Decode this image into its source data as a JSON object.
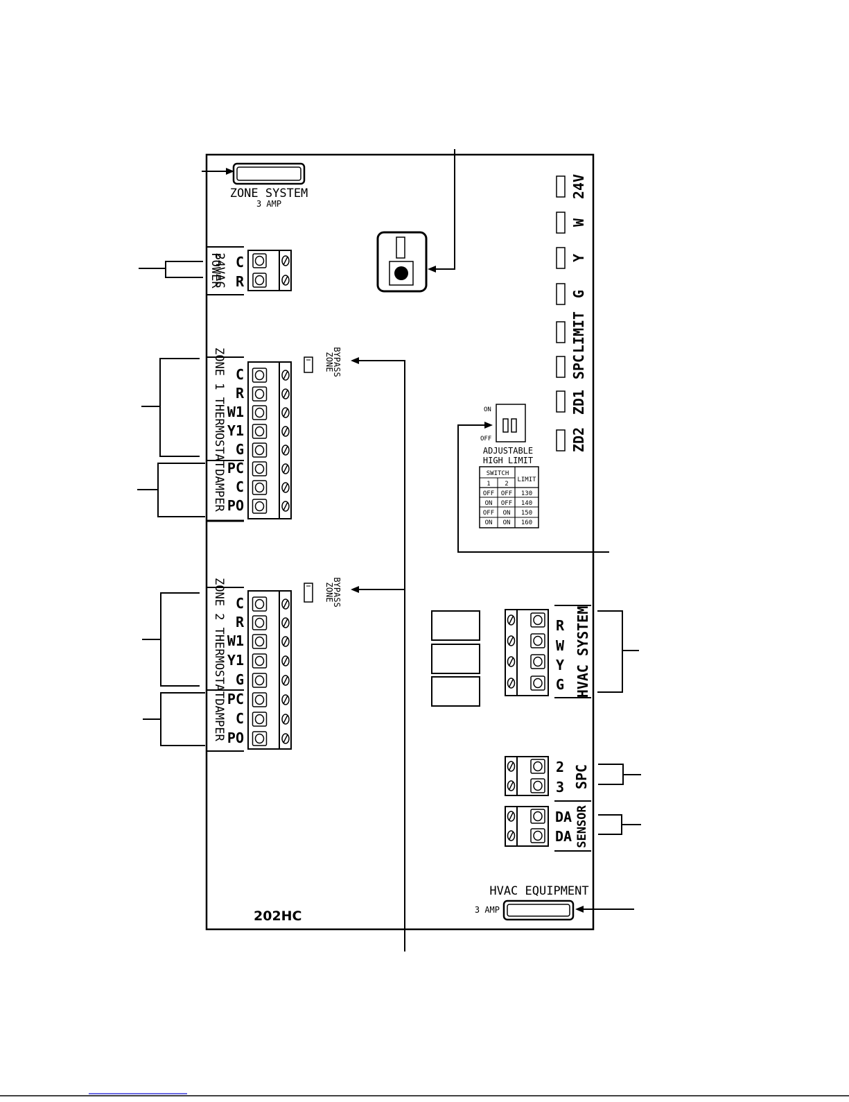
{
  "board": {
    "model": "202HC",
    "zone_fuse": {
      "title": "ZONE SYSTEM",
      "rating": "3 AMP"
    },
    "hvac_fuse": {
      "title": "HVAC EQUIPMENT",
      "rating": "3 AMP"
    },
    "power": {
      "label_line1": "24VAC",
      "label_line2": "POWER",
      "terminals": [
        "C",
        "R"
      ]
    },
    "zone1": {
      "thermostat_label": "ZONE 1 THERMOSTAT",
      "thermostat_terminals": [
        "C",
        "R",
        "W1",
        "Y1",
        "G"
      ],
      "damper_label": "DAMPER",
      "damper_terminals": [
        "PC",
        "C",
        "PO"
      ],
      "bypass_line1": "ZONE",
      "bypass_line2": "BYPASS"
    },
    "zone2": {
      "thermostat_label": "ZONE 2 THERMOSTAT",
      "thermostat_terminals": [
        "C",
        "R",
        "W1",
        "Y1",
        "G"
      ],
      "damper_label": "DAMPER",
      "damper_terminals": [
        "PC",
        "C",
        "PO"
      ],
      "bypass_line1": "ZONE",
      "bypass_line2": "BYPASS"
    },
    "leds": [
      "24V",
      "W",
      "Y",
      "G",
      "LIMIT",
      "SPC",
      "ZD1",
      "ZD2"
    ],
    "dip_switch": {
      "on_label": "ON",
      "off_label": "OFF",
      "caption_line1": "ADJUSTABLE",
      "caption_line2": "HIGH LIMIT",
      "table": {
        "switch_header": "SWITCH",
        "limit_header": "LIMIT",
        "sub_headers": [
          "1",
          "2"
        ],
        "rows": [
          [
            "OFF",
            "OFF",
            "130"
          ],
          [
            "ON",
            "OFF",
            "140"
          ],
          [
            "OFF",
            "ON",
            "150"
          ],
          [
            "ON",
            "ON",
            "160"
          ]
        ]
      }
    },
    "hvac_system": {
      "label": "HVAC SYSTEM",
      "terminals": [
        "R",
        "W",
        "Y",
        "G"
      ]
    },
    "spc": {
      "label": "SPC",
      "terminals": [
        "2",
        "3"
      ]
    },
    "sensor": {
      "label": "SENSOR",
      "terminals": [
        "DA",
        "DA"
      ]
    }
  }
}
